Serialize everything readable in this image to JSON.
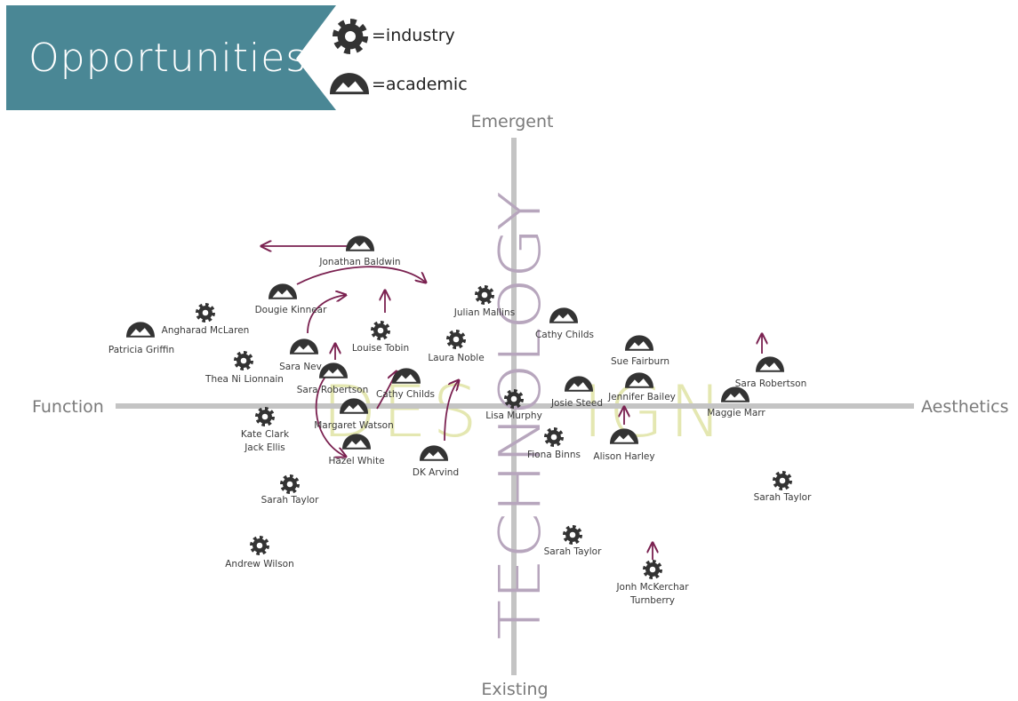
{
  "title": "Opportunities",
  "legend": [
    {
      "icon": "gear-icon",
      "label": "=industry"
    },
    {
      "icon": "mound-icon",
      "label": "=academic"
    }
  ],
  "axes": {
    "top": "Emergent",
    "bottom": "Existing",
    "left": "Function",
    "right": "Aesthetics",
    "vertical_word": "TECHNOLOGY",
    "horizontal_word_left": "DES",
    "horizontal_word_right": "IGN"
  },
  "colors": {
    "banner": "#4a8795",
    "axis": "#c4c4c4",
    "technology": "#b7a6bd",
    "design": "#e4e7b1",
    "arrow": "#7a2150",
    "icon": "#333333"
  },
  "people": [
    {
      "type": "academic",
      "lines": [
        "Jonathan Baldwin"
      ]
    },
    {
      "type": "academic",
      "lines": [
        "Dougie Kinnear"
      ]
    },
    {
      "type": "industry",
      "lines": [
        "Angharad McLaren"
      ]
    },
    {
      "type": "academic",
      "lines": [
        "Patricia Griffin"
      ]
    },
    {
      "type": "industry",
      "lines": [
        "Thea Ni Lionnain"
      ]
    },
    {
      "type": "academic",
      "lines": [
        "Sara Nev"
      ]
    },
    {
      "type": "academic",
      "lines": [
        "Sara Robertson"
      ]
    },
    {
      "type": "industry",
      "lines": [
        "Louise Tobin"
      ]
    },
    {
      "type": "academic",
      "lines": [
        "Cathy Childs"
      ]
    },
    {
      "type": "industry",
      "lines": [
        "Laura Noble"
      ]
    },
    {
      "type": "industry",
      "lines": [
        "Julian Mallins"
      ]
    },
    {
      "type": "academic",
      "lines": [
        "Cathy Childs"
      ]
    },
    {
      "type": "academic",
      "lines": [
        "Margaret Watson"
      ]
    },
    {
      "type": "academic",
      "lines": [
        "Hazel White"
      ]
    },
    {
      "type": "industry",
      "lines": [
        "Kate Clark",
        "Jack Ellis"
      ]
    },
    {
      "type": "academic",
      "lines": [
        "DK Arvind"
      ]
    },
    {
      "type": "industry",
      "lines": [
        "Lisa Murphy"
      ]
    },
    {
      "type": "academic",
      "lines": [
        "Josie Steed"
      ]
    },
    {
      "type": "industry",
      "lines": [
        "Fiona Binns"
      ]
    },
    {
      "type": "academic",
      "lines": [
        "Sue Fairburn"
      ]
    },
    {
      "type": "academic",
      "lines": [
        "Jennifer Bailey"
      ]
    },
    {
      "type": "academic",
      "lines": [
        "Alison Harley"
      ]
    },
    {
      "type": "academic",
      "lines": [
        "Sara Robertson"
      ]
    },
    {
      "type": "academic",
      "lines": [
        "Maggie Marr"
      ]
    },
    {
      "type": "industry",
      "lines": [
        "Sarah Taylor"
      ]
    },
    {
      "type": "industry",
      "lines": [
        "Andrew Wilson"
      ]
    },
    {
      "type": "industry",
      "lines": [
        "Sarah Taylor"
      ]
    },
    {
      "type": "industry",
      "lines": [
        "Sarah Taylor"
      ]
    },
    {
      "type": "industry",
      "lines": [
        "Jonh McKerchar",
        "Turnberry"
      ]
    }
  ]
}
